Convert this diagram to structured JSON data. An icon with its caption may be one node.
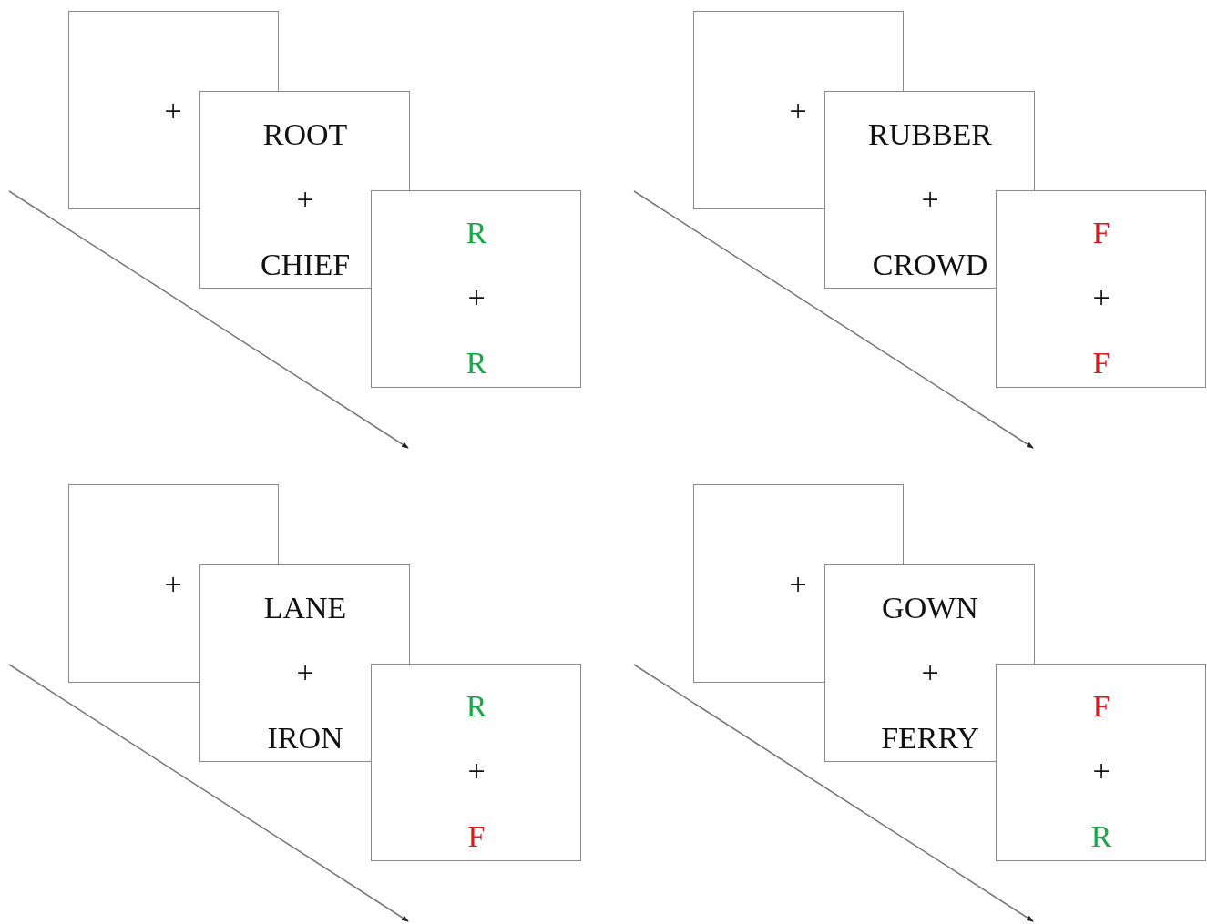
{
  "diagram": {
    "nodes": [
      {
        "text": [
          "+"
        ]
      },
      {
        "text": [
          "ROOT",
          "+",
          "CHIEF"
        ]
      },
      {
        "text": [
          "R",
          "+",
          "R"
        ]
      },
      {
        "text": [
          "+"
        ]
      },
      {
        "text": [
          "RUBBER",
          "+",
          "CROWD"
        ]
      },
      {
        "text": [
          "F",
          "+",
          "F"
        ]
      },
      {
        "text": [
          "+"
        ]
      },
      {
        "text": [
          "LANE",
          "+",
          "IRON"
        ]
      },
      {
        "text": [
          "R",
          "+",
          "F"
        ]
      },
      {
        "text": [
          "+"
        ]
      },
      {
        "text": [
          "GOWN",
          "+",
          "FERRY"
        ]
      },
      {
        "text": [
          "F",
          "+",
          "R"
        ]
      }
    ]
  }
}
